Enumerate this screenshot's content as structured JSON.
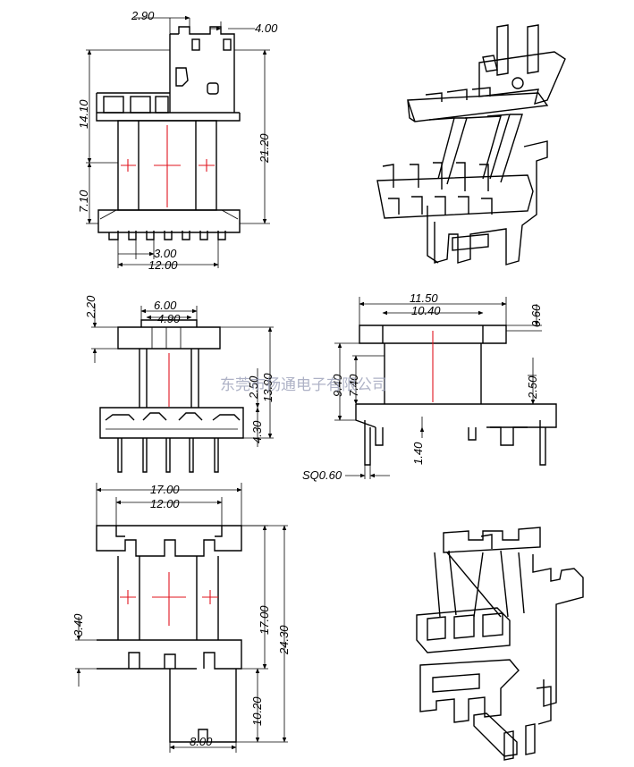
{
  "watermark": "东莞市扬通电子有限公司",
  "views": {
    "top_left": {
      "dims": {
        "pin_offset": "2.90",
        "tab_width": "4.00",
        "height_total": "21.20",
        "height_upper": "14.10",
        "height_lower": "7.10",
        "pitch": "3.00",
        "width": "12.00"
      }
    },
    "middle_left": {
      "dims": {
        "top_width": "6.00",
        "inner_width": "4.90",
        "flange": "2.20",
        "body": "2.50",
        "overall": "13.90",
        "base": "4.30"
      }
    },
    "middle_right": {
      "dims": {
        "outer": "11.50",
        "inner": "10.40",
        "top_flange": "0.60",
        "h1": "9.40",
        "h2": "7.40",
        "right": "2.50",
        "pin_len": "1.40",
        "pin_size": "SQ0.60"
      }
    },
    "bottom_left": {
      "dims": {
        "outer_width": "17.00",
        "inner_width": "12.00",
        "height_upper": "17.00",
        "height_total": "24.30",
        "flange": "3.40",
        "lower": "10.20",
        "tab_width": "8.00"
      }
    }
  },
  "colors": {
    "lines": "#000000",
    "centerlines": "#e0141e",
    "watermark": "#9aa0b8"
  }
}
